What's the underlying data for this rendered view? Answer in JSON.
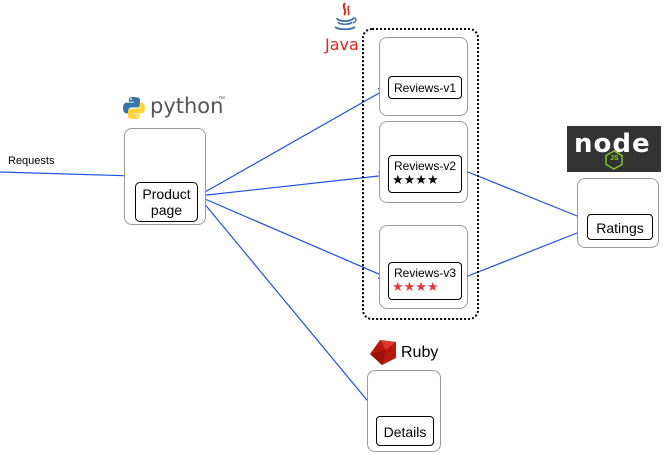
{
  "diagram": {
    "requests_label": "Requests",
    "services": {
      "productpage": {
        "label_line1": "Product",
        "label_line2": "page",
        "runtime": "python",
        "runtime_mark": "™"
      },
      "reviews_v1": {
        "label": "Reviews-v1"
      },
      "reviews_v2": {
        "label": "Reviews-v2",
        "stars": "★★★★",
        "star_color": "#000000"
      },
      "reviews_v3": {
        "label": "Reviews-v3",
        "stars": "★★★★",
        "star_color": "#e8363d"
      },
      "ratings": {
        "label": "Ratings",
        "runtime": "node"
      },
      "details": {
        "label": "Details",
        "runtime": "Ruby"
      }
    },
    "java_label": "Java",
    "node_logo_text": "node",
    "node_logo_js": "JS",
    "colors": {
      "arrow": "#1f4fe8",
      "java_red": "#e2231a",
      "python_blue": "#3776ab",
      "python_yellow": "#ffd43b",
      "ruby_red": "#b8190e",
      "node_bg": "#333333",
      "node_green": "#83cd29",
      "star_red": "#e8363d"
    }
  }
}
